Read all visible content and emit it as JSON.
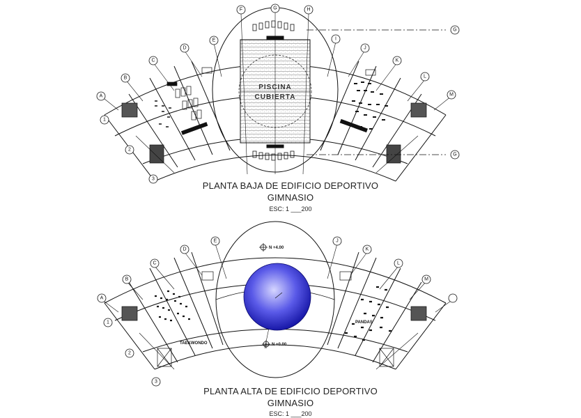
{
  "plans": [
    {
      "title": "PLANTA  BAJA DE EDIFICIO DEPORTIVO",
      "subtitle": "GIMNASIO",
      "scale_label": "ESC: 1  ___200",
      "pool_label_1": "PISCINA",
      "pool_label_2": "CUBIERTA",
      "grid_letters": [
        "A",
        "B",
        "C",
        "D",
        "E",
        "F",
        "G",
        "H",
        "I",
        "J",
        "K",
        "L",
        "M"
      ],
      "grid_numbers": [
        "1",
        "2",
        "3"
      ],
      "horizontal_axes": [
        "G",
        "G"
      ]
    },
    {
      "title": "PLANTA  ALTA DE EDIFICIO DEPORTIVO",
      "subtitle": "GIMNASIO",
      "scale_label": "ESC: 1  ___200",
      "room_label_left": "TAEKWONDO",
      "room_label_right": "PANDAS",
      "level_label_top": "N +4.00",
      "level_label_bottom": "N +0.00",
      "grid_letters": [
        "A",
        "B",
        "C",
        "D",
        "E",
        "J",
        "K",
        "L",
        "M"
      ],
      "grid_numbers": [
        "1",
        "2",
        "3"
      ]
    }
  ],
  "colors": {
    "line": "#111111",
    "dome_center": "#c8c8ff",
    "dome_edge": "#1a1ab0"
  }
}
